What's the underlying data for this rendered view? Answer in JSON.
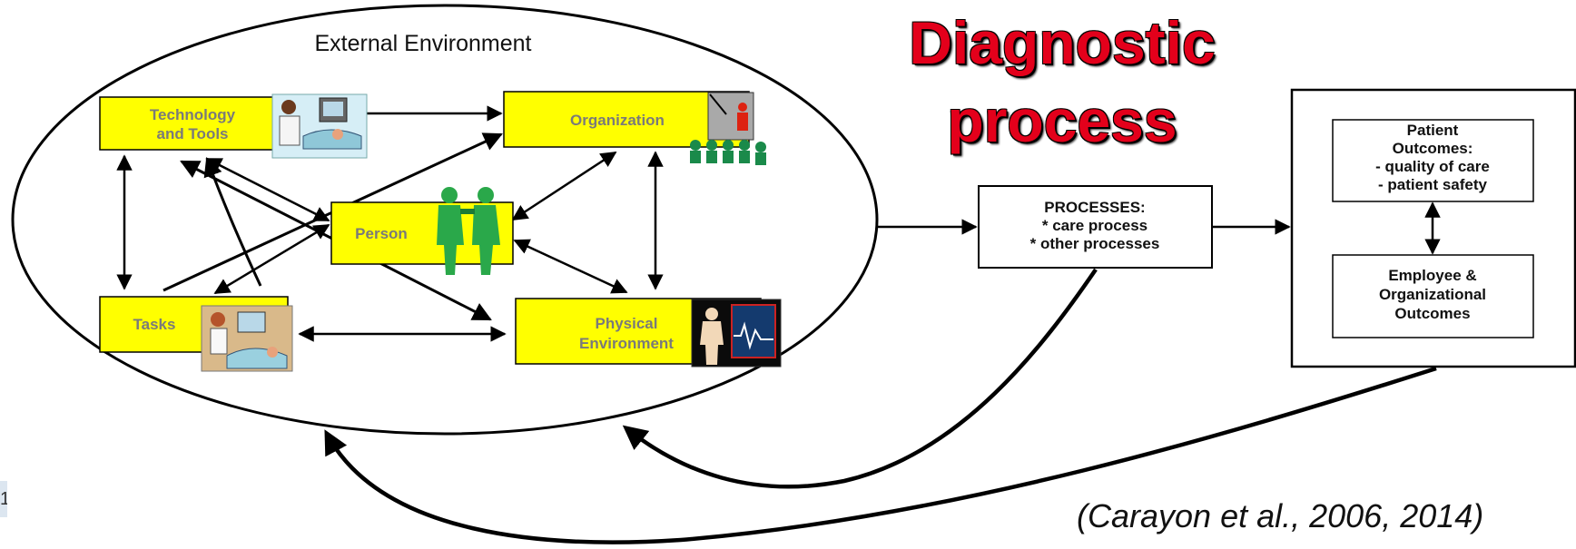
{
  "title": {
    "line1": "Diagnostic",
    "line2": "process"
  },
  "external_environment": "External Environment",
  "components": {
    "technology": {
      "line1": "Technology",
      "line2": "and Tools"
    },
    "organization": "Organization",
    "person": "Person",
    "tasks": "Tasks",
    "physical": {
      "line1": "Physical",
      "line2": "Environment"
    }
  },
  "processes": {
    "line1": "PROCESSES:",
    "line2": "* care process",
    "line3": "* other processes"
  },
  "patient_outcomes": {
    "line1": "Patient",
    "line2": "Outcomes:",
    "line3": "- quality of care",
    "line4": "- patient safety"
  },
  "employee_outcomes": {
    "line1": "Employee &",
    "line2": "Organizational",
    "line3": "Outcomes"
  },
  "citation": "(Carayon et al., 2006, 2014)",
  "slide_number": "1",
  "colors": {
    "box_fill": "#ffff00",
    "title_red": "#e3001b"
  }
}
